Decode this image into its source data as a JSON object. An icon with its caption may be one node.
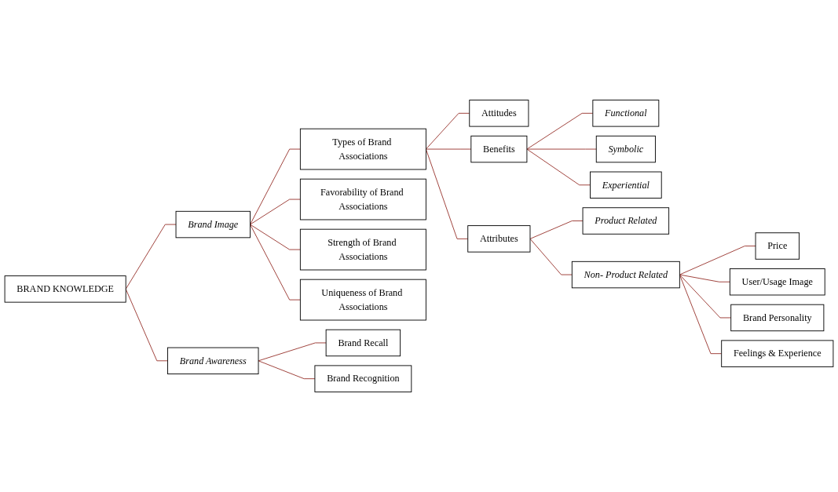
{
  "diagram": {
    "nodes": [
      {
        "text": [
          "BRAND KNOWLEDGE"
        ]
      },
      {
        "text": [
          "Brand Image"
        ]
      },
      {
        "text": [
          "Brand Awareness"
        ]
      },
      {
        "text": [
          "Types of Brand Associations"
        ]
      },
      {
        "text": [
          "Favorability of Brand Associations"
        ]
      },
      {
        "text": [
          "Strength of Brand Associations"
        ]
      },
      {
        "text": [
          "Uniqueness of Brand Associations"
        ]
      },
      {
        "text": [
          "Brand Recall"
        ]
      },
      {
        "text": [
          "Brand Recognition"
        ]
      },
      {
        "text": [
          "Attitudes"
        ]
      },
      {
        "text": [
          "Benefits"
        ]
      },
      {
        "text": [
          "Attributes"
        ]
      },
      {
        "text": [
          "Functional"
        ]
      },
      {
        "text": [
          "Symbolic"
        ]
      },
      {
        "text": [
          "Experiential"
        ]
      },
      {
        "text": [
          "Product Related"
        ]
      },
      {
        "text": [
          "Non- Product Related"
        ]
      },
      {
        "text": [
          "Price"
        ]
      },
      {
        "text": [
          "User/Usage Image"
        ]
      },
      {
        "text": [
          "Brand Personality"
        ]
      },
      {
        "text": [
          "Feelings & Experience"
        ]
      }
    ],
    "edges": [
      {
        "from": 0,
        "to": 1,
        "arrow": "none"
      },
      {
        "from": 0,
        "to": 2,
        "arrow": "none"
      },
      {
        "from": 1,
        "to": 3,
        "arrow": "none"
      },
      {
        "from": 1,
        "to": 4,
        "arrow": "none"
      },
      {
        "from": 1,
        "to": 5,
        "arrow": "none"
      },
      {
        "from": 1,
        "to": 6,
        "arrow": "none"
      },
      {
        "from": 2,
        "to": 7,
        "arrow": "none"
      },
      {
        "from": 2,
        "to": 8,
        "arrow": "none"
      },
      {
        "from": 3,
        "to": 9,
        "arrow": "none"
      },
      {
        "from": 3,
        "to": 10,
        "arrow": "none"
      },
      {
        "from": 3,
        "to": 11,
        "arrow": "none"
      },
      {
        "from": 10,
        "to": 12,
        "arrow": "none"
      },
      {
        "from": 10,
        "to": 13,
        "arrow": "none"
      },
      {
        "from": 10,
        "to": 14,
        "arrow": "none"
      },
      {
        "from": 11,
        "to": 15,
        "arrow": "none"
      },
      {
        "from": 11,
        "to": 16,
        "arrow": "none"
      },
      {
        "from": 16,
        "to": 17,
        "arrow": "none"
      },
      {
        "from": 16,
        "to": 18,
        "arrow": "none"
      },
      {
        "from": 16,
        "to": 19,
        "arrow": "none"
      },
      {
        "from": 16,
        "to": 20,
        "arrow": "none"
      }
    ]
  }
}
